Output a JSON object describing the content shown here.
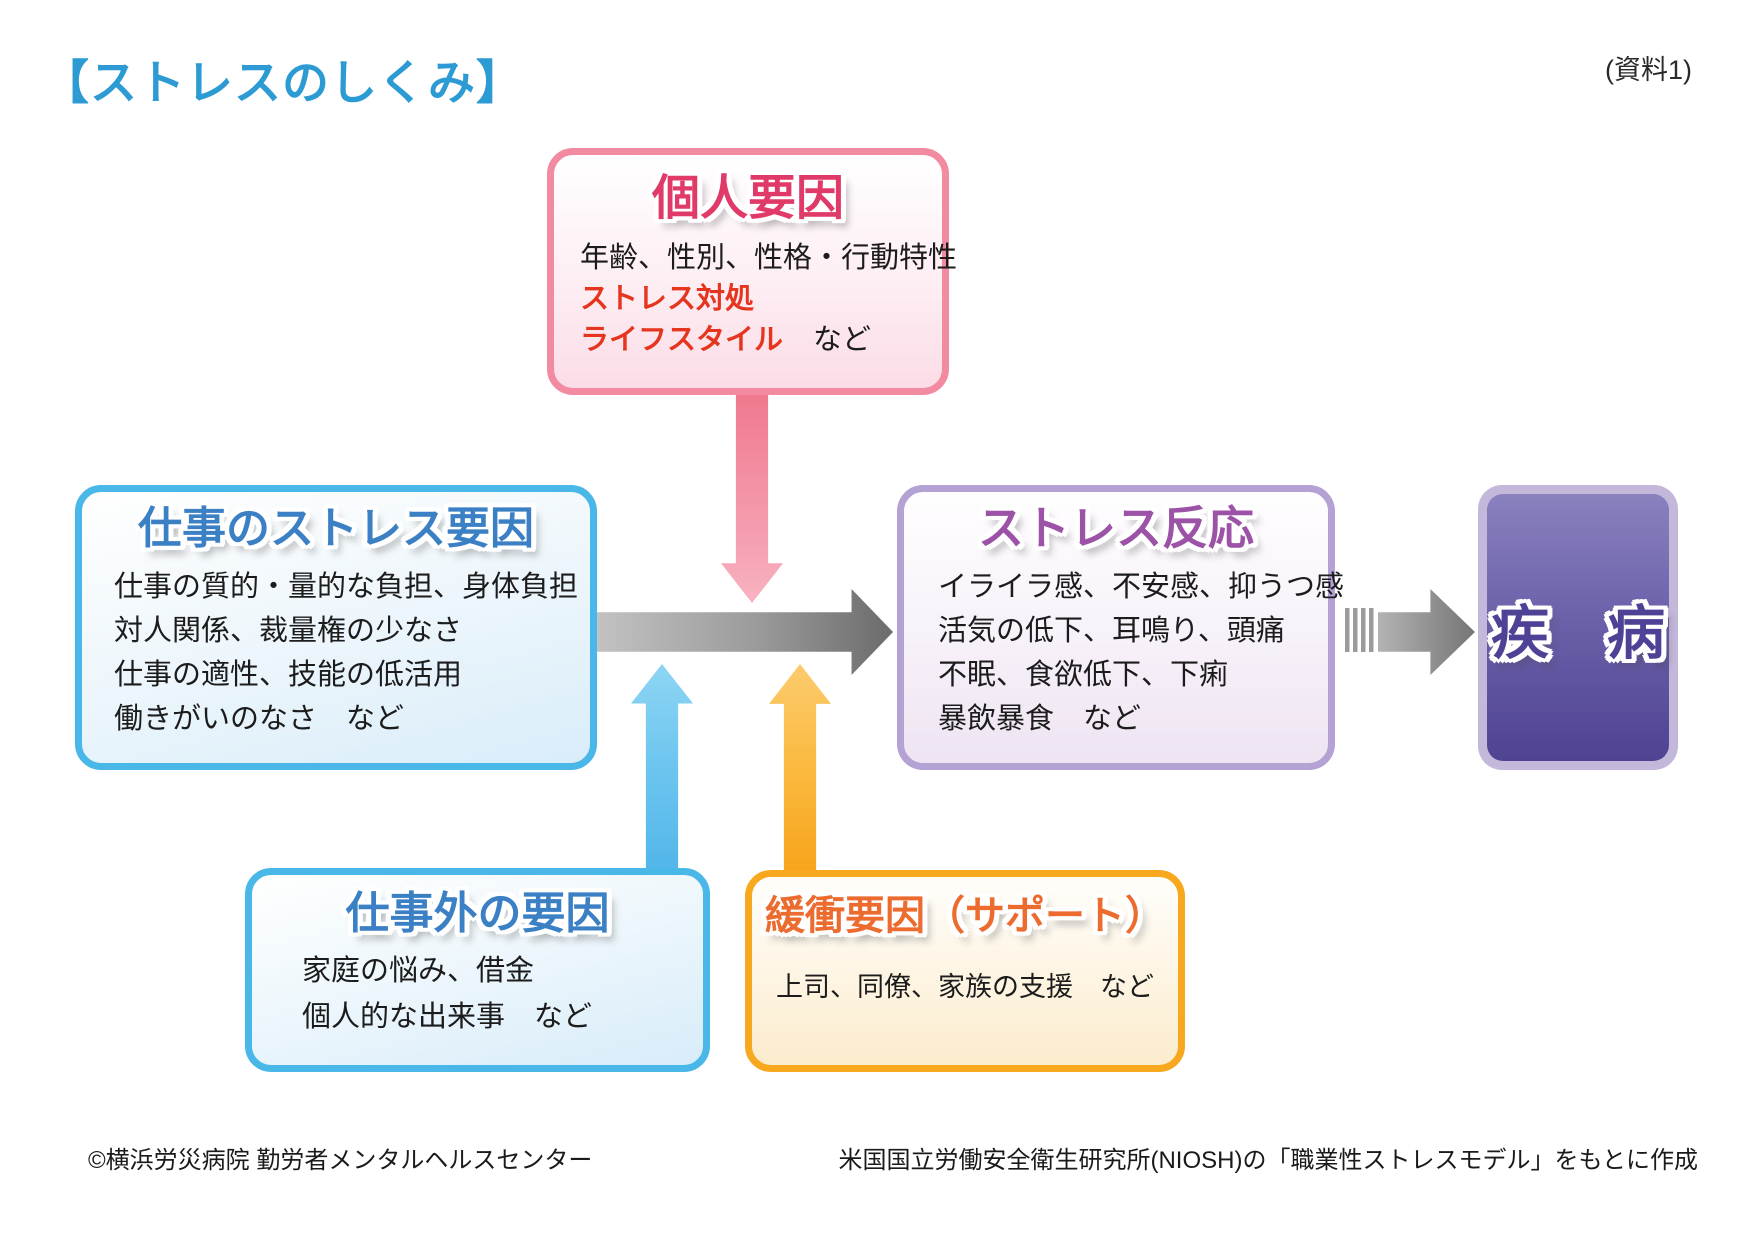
{
  "page": {
    "title": "【ストレスのしくみ】",
    "ref_label": "(資料1)"
  },
  "colors": {
    "title_blue": "#2d9bd3",
    "personal_border_pink": "#f28ba2",
    "personal_title_pink": "#e03a68",
    "red_text": "#e5351f",
    "work_border_blue": "#49b7e8",
    "work_title_blue": "#3b80c5",
    "reaction_border_purple": "#b3a2d3",
    "reaction_title_purple": "#9c52a6",
    "disease_fill_purple": "#4f4392",
    "buffer_border_orange": "#f8a81f",
    "buffer_title_orange": "#ec6c30",
    "arrow_gray": "#8a8a8a"
  },
  "boxes": {
    "personal": {
      "title": "個人要因",
      "line_black": "年齢、性別、性格・行動特性",
      "line_red1": "ストレス対処",
      "line_red2": "ライフスタイル",
      "line_suffix": "など"
    },
    "work": {
      "title": "仕事のストレス要因",
      "lines": [
        "仕事の質的・量的な負担、身体負担",
        "対人関係、裁量権の少なさ",
        "仕事の適性、技能の低活用",
        "働きがいのなさ　など"
      ]
    },
    "reaction": {
      "title": "ストレス反応",
      "lines": [
        "イライラ感、不安感、抑うつ感",
        "活気の低下、耳鳴り、頭痛",
        "不眠、食欲低下、下痢",
        "暴飲暴食　など"
      ]
    },
    "disease": {
      "title": "疾　病"
    },
    "nonwork": {
      "title": "仕事外の要因",
      "lines": [
        "家庭の悩み、借金",
        "個人的な出来事　など"
      ]
    },
    "buffer": {
      "title": "緩衝要因（サポート）",
      "lines": [
        "上司、同僚、家族の支援　など"
      ]
    }
  },
  "footer": {
    "credit": "©横浜労災病院 勤労者メンタルヘルスセンター",
    "source": "米国国立労働安全衛生研究所(NIOSH)の「職業性ストレスモデル」をもとに作成"
  }
}
